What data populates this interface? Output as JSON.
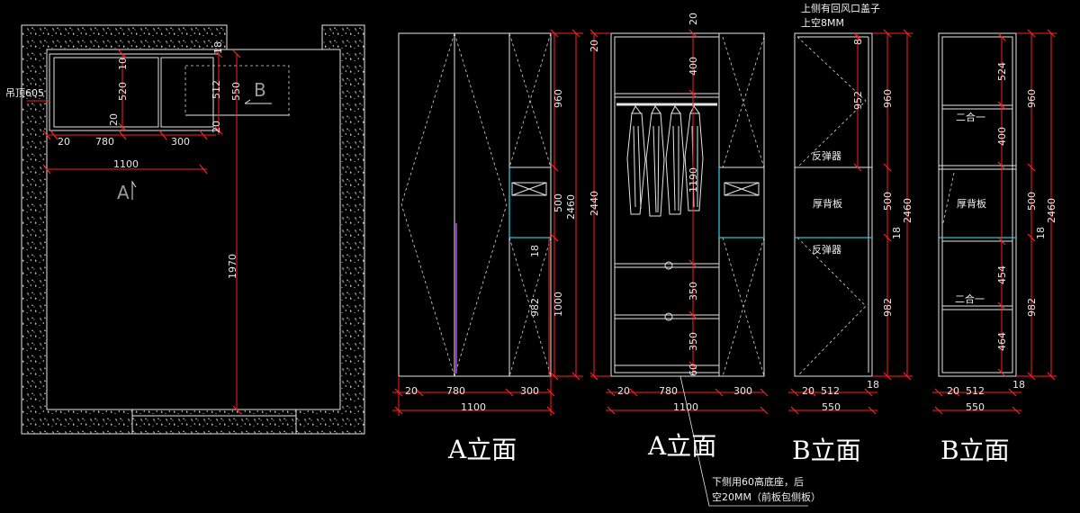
{
  "plan": {
    "ceiling_label": "吊顶605",
    "mark_a": "A",
    "mark_b": "B",
    "dims": {
      "d20": "20",
      "d780": "780",
      "d300": "300",
      "d1100": "1100",
      "v10": "10",
      "v520": "520",
      "v20": "20",
      "v18": "18",
      "v512": "512",
      "v550": "550",
      "v20b": "20",
      "v1970": "1970"
    }
  },
  "elev1": {
    "title": "A立面",
    "dims": {
      "h960": "960",
      "h500": "500",
      "h18": "18",
      "h1000": "1000",
      "h2460": "2460",
      "h982": "982",
      "b20": "20",
      "b780": "780",
      "b300": "300",
      "b1100": "1100"
    }
  },
  "elev2": {
    "title": "A立面",
    "note_line1": "下侧用60高底座，后",
    "note_line2": "空20MM（前板包侧板）",
    "dims": {
      "t20": "20",
      "h2440": "2440",
      "h400": "400",
      "h1190": "1190",
      "h350a": "350",
      "h350b": "350",
      "h60": "60",
      "b20": "20",
      "b780": "780",
      "b300": "300",
      "b1100": "1100"
    }
  },
  "elev3": {
    "title": "B立面",
    "note_line1": "上侧有回风口盖子",
    "note_line2": "上空8MM",
    "label_flip1": "反弹器",
    "label_back": "厚背板",
    "label_flip2": "反弹器",
    "dims": {
      "d8": "8",
      "d952": "952",
      "h960": "960",
      "h500": "500",
      "h18": "18",
      "h982": "982",
      "h2460": "2460",
      "b20": "20",
      "b512": "512",
      "b18": "18",
      "b550": "550"
    }
  },
  "elev4": {
    "title": "B立面",
    "label_2in1a": "二合一",
    "label_back": "厚背板",
    "label_2in1b": "二合一",
    "dims": {
      "d524": "524",
      "d400": "400",
      "d454": "454",
      "d464": "464",
      "h960": "960",
      "h500": "500",
      "h18": "18",
      "h982": "982",
      "h2460": "2460",
      "b20": "20",
      "b512": "512",
      "b18": "18",
      "b550": "550"
    }
  }
}
